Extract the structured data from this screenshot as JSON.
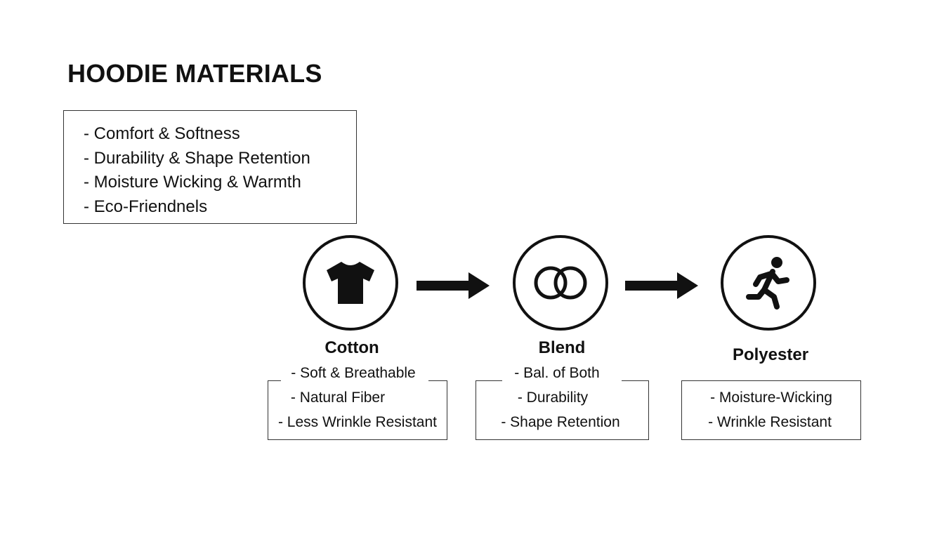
{
  "title": "HOODIE MATERIALS",
  "criteria": [
    "- Comfort & Softness",
    "- Durability & Shape Retention",
    "- Moisture Wicking & Warmth",
    "- Eco-Friendnels"
  ],
  "materials": [
    {
      "name": "Cotton",
      "icon": "t-shirt-icon",
      "properties": [
        "- Soft & Breathable",
        "- Natural Fiber",
        "- Less Wrinkle Resistant"
      ]
    },
    {
      "name": "Blend",
      "icon": "interlocking-rings-icon",
      "properties": [
        "- Bal. of Both",
        "- Durability",
        "- Shape Retention"
      ]
    },
    {
      "name": "Polyester",
      "icon": "running-person-icon",
      "properties": [
        "- Moisture-Wicking",
        "- Wrinkle Resistant"
      ]
    }
  ]
}
